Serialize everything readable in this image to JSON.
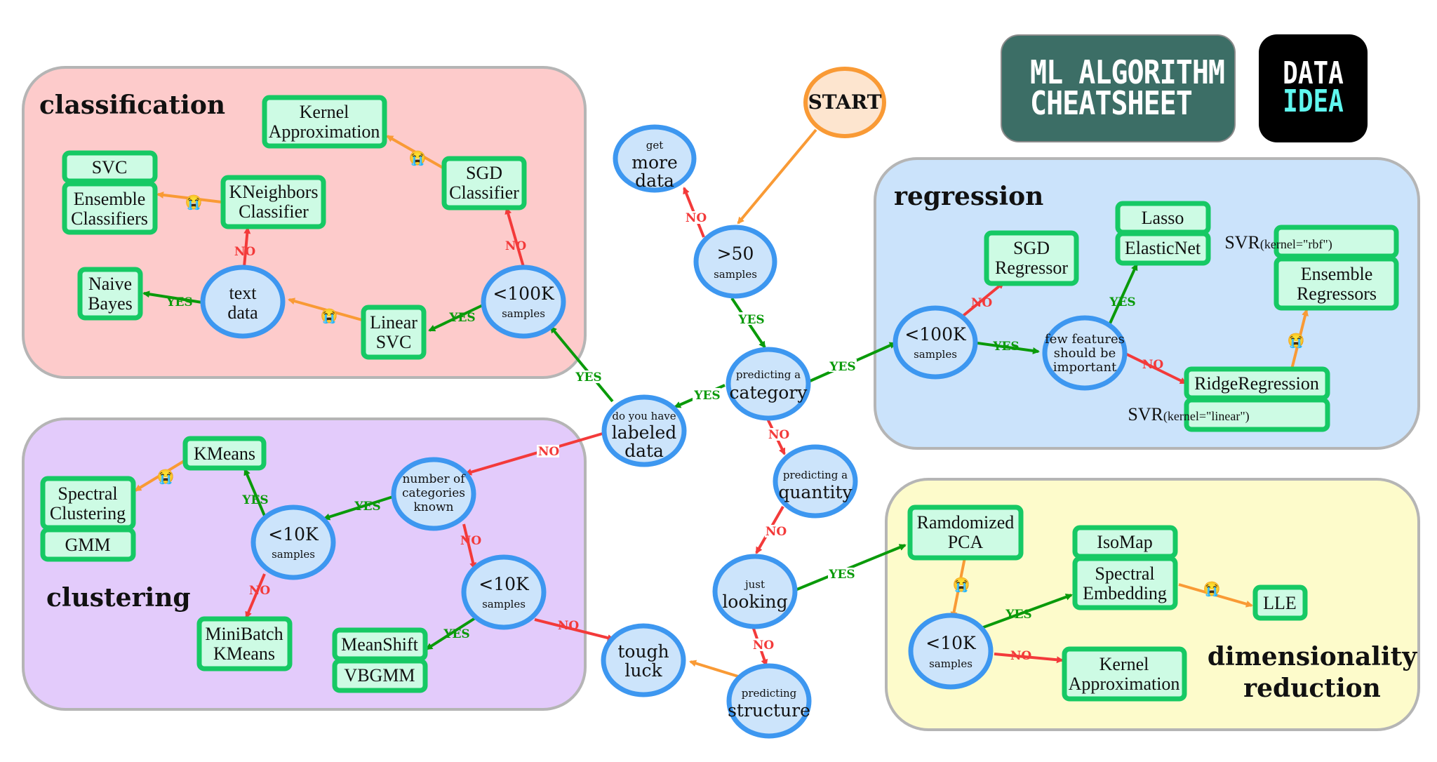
{
  "header": {
    "title_lines": [
      "ML ALGORITHM",
      "CHEATSHEET"
    ],
    "logo_lines": [
      "DATA",
      "IDEA"
    ],
    "colors": {
      "title_bg": "#3c6e66",
      "logo_bg": "#000000",
      "logo_accent": "#5ff7ef"
    }
  },
  "regions": {
    "classification": {
      "title": "classification",
      "color": "#fdcbcb"
    },
    "clustering": {
      "title": "clustering",
      "color": "#e3cbfb"
    },
    "regression": {
      "title": "regression",
      "color": "#cbe3fb"
    },
    "dimensionality": {
      "title_lines": [
        "dimensionality",
        "reduction"
      ],
      "color": "#fdfbcb"
    }
  },
  "edge_labels": {
    "yes": "YES",
    "no": "NO",
    "fail_emoji": "😭"
  },
  "colors": {
    "decision_fill": "#cce4fb",
    "decision_stroke": "#3d97f0",
    "algo_fill": "#cdfbe4",
    "algo_stroke": "#16c964",
    "yes": "#0a9a0a",
    "no": "#f33a3a",
    "fallback": "#f99a35",
    "start_fill": "#fde5cf",
    "start_stroke": "#f99a35"
  },
  "nodes": {
    "start": {
      "label": "START"
    },
    "more_data": {
      "top": "get",
      "lines": [
        "more",
        "data"
      ]
    },
    "gt50": {
      "main": ">50",
      "sub": "samples"
    },
    "category": {
      "top": "predicting a",
      "main": "category"
    },
    "labeled": {
      "top": "do you have",
      "lines": [
        "labeled",
        "data"
      ]
    },
    "quantity": {
      "top": "predicting a",
      "main": "quantity"
    },
    "looking": {
      "top": "just",
      "main": "looking"
    },
    "structure": {
      "top": "predicting",
      "main": "structure"
    },
    "tough": {
      "lines": [
        "tough",
        "luck"
      ]
    },
    "cls_100k": {
      "main": "<100K",
      "sub": "samples"
    },
    "text_data": {
      "lines": [
        "text",
        "data"
      ]
    },
    "clu_cats": {
      "lines": [
        "number of",
        "categories",
        "known"
      ]
    },
    "clu_10k_a": {
      "main": "<10K",
      "sub": "samples"
    },
    "clu_10k_b": {
      "main": "<10K",
      "sub": "samples"
    },
    "reg_100k": {
      "main": "<100K",
      "sub": "samples"
    },
    "few_features": {
      "lines": [
        "few features",
        "should be",
        "important"
      ]
    },
    "dim_10k": {
      "main": "<10K",
      "sub": "samples"
    }
  },
  "algorithms": {
    "kernel_approx_cls": [
      "Kernel",
      "Approximation"
    ],
    "sgd_classifier": [
      "SGD",
      "Classifier"
    ],
    "svc": [
      "SVC"
    ],
    "ensemble_classifiers": [
      "Ensemble",
      "Classifiers"
    ],
    "kneighbors": [
      "KNeighbors",
      "Classifier"
    ],
    "naive_bayes": [
      "Naive",
      "Bayes"
    ],
    "linear_svc": [
      "Linear",
      "SVC"
    ],
    "kmeans": [
      "KMeans"
    ],
    "spectral_clustering": [
      "Spectral",
      "Clustering"
    ],
    "gmm": [
      "GMM"
    ],
    "minibatch_kmeans": [
      "MiniBatch",
      "KMeans"
    ],
    "meanshift": [
      "MeanShift"
    ],
    "vbgmm": [
      "VBGMM"
    ],
    "sgd_regressor": [
      "SGD",
      "Regressor"
    ],
    "lasso": [
      "Lasso"
    ],
    "elasticnet": [
      "ElasticNet"
    ],
    "svr_rbf": {
      "name": "SVR",
      "args": "(kernel=\"rbf\")"
    },
    "ensemble_regressors": [
      "Ensemble",
      "Regressors"
    ],
    "ridge": [
      "RidgeRegression"
    ],
    "svr_linear": {
      "name": "SVR",
      "args": "(kernel=\"linear\")"
    },
    "randomized_pca": [
      "Ramdomized",
      "PCA"
    ],
    "isomap": [
      "IsoMap"
    ],
    "spectral_embedding": [
      "Spectral",
      "Embedding"
    ],
    "lle": [
      "LLE"
    ],
    "kernel_approx_dim": [
      "Kernel",
      "Approximation"
    ]
  }
}
